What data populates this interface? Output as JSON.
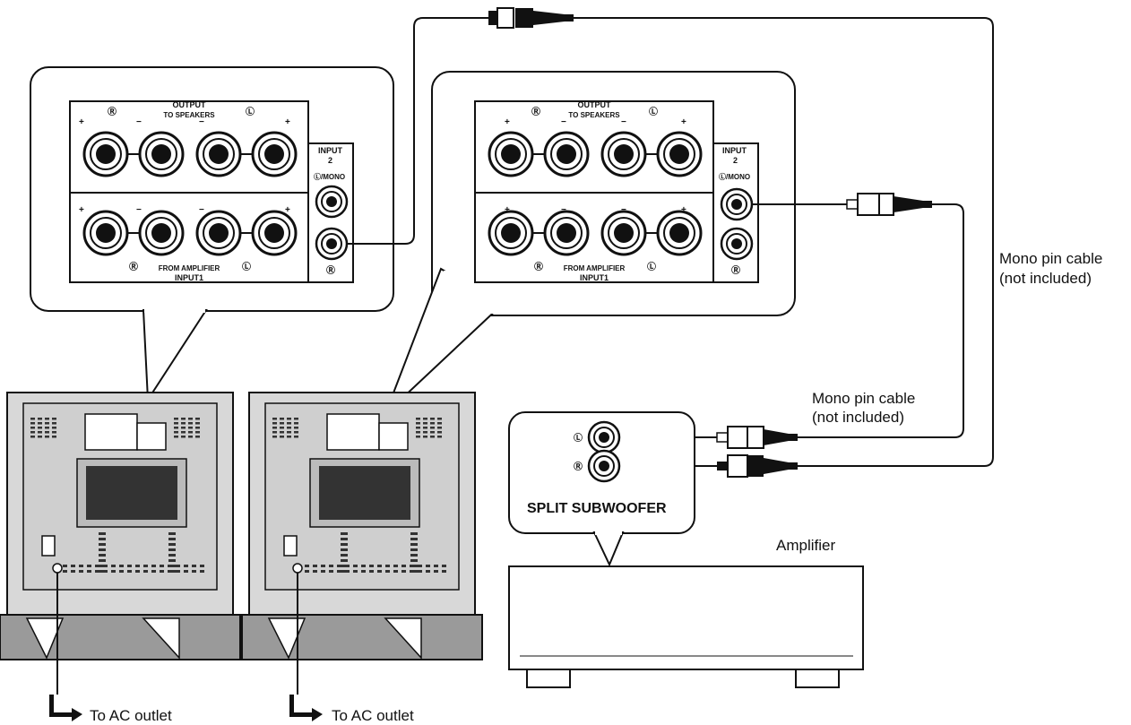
{
  "panel_labels": {
    "output": "OUTPUT",
    "to_speakers": "TO SPEAKERS",
    "input2": "INPUT",
    "input2_num": "2",
    "l_mono": "Ⓛ/MONO",
    "r": "Ⓡ",
    "l": "Ⓛ",
    "from_amplifier": "FROM AMPLIFIER",
    "input1": "INPUT1",
    "plus": "+",
    "minus": "−"
  },
  "amplifier": {
    "label": "Amplifier",
    "split_subwoofer": "SPLIT SUBWOOFER",
    "l_mark": "Ⓛ",
    "r_mark": "Ⓡ"
  },
  "cables": {
    "mono_pin_cable_1": "Mono pin cable",
    "not_included_1": "(not included)",
    "mono_pin_cable_2": "Mono pin cable",
    "not_included_2": "(not included)"
  },
  "outlets": {
    "left": "To AC outlet",
    "right": "To AC outlet"
  },
  "colors": {
    "line": "#111111",
    "sub_body": "#d8d8d8",
    "sub_face": "#c4c4c4",
    "base": "#9a9a9a"
  }
}
